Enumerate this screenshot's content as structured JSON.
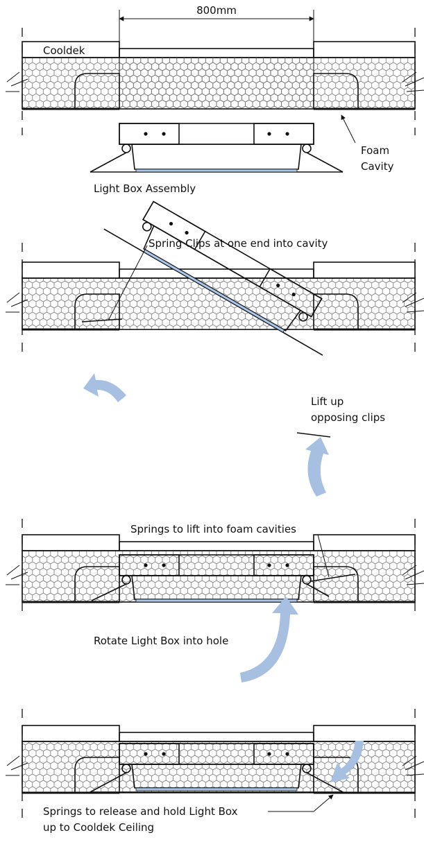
{
  "dimension": {
    "label": "800mm"
  },
  "panels": [
    {
      "id": "step1",
      "labels": [
        "Cooldek",
        "Foam",
        "Cavity",
        "Light Box Assembly"
      ]
    },
    {
      "id": "step2",
      "labels": [
        "Spring Clips at one end into cavity",
        "Lift up",
        "opposing clips"
      ]
    },
    {
      "id": "step3",
      "labels": [
        "Springs to lift into foam cavities",
        "Rotate Light Box into hole"
      ]
    },
    {
      "id": "step4",
      "labels": [
        "Springs to release and hold Light Box",
        "up to Cooldek Ceiling"
      ]
    }
  ],
  "colors": {
    "outline": "#111111",
    "clip_block": "#a8a8a8",
    "lens": "#a9c6e8",
    "arrow": "#a7c0e2",
    "foam_hex": "#777777"
  }
}
